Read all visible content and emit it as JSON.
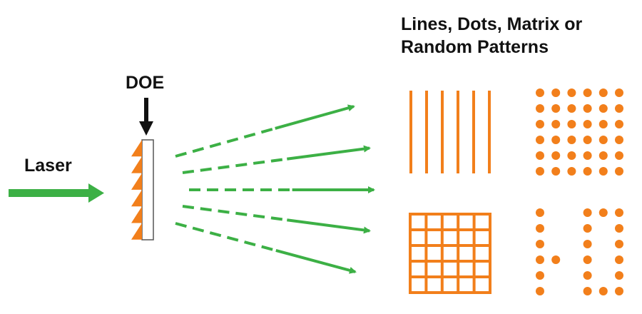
{
  "labels": {
    "laser": "Laser",
    "doe": "DOE",
    "title_line1": "Lines, Dots, Matrix or",
    "title_line2": "Random Patterns"
  },
  "colors": {
    "beam": "#3cb045",
    "pattern": "#f27f1b",
    "text": "#111111",
    "element_outline": "#555555"
  },
  "patterns": {
    "lines": {
      "count": 6
    },
    "dots": {
      "rows": 6,
      "cols": 6
    },
    "matrix": {
      "rows": 5,
      "cols": 5
    },
    "random": {
      "rows": 6,
      "cols": 6
    }
  },
  "beams": {
    "count": 5,
    "style": "dashed-then-solid"
  }
}
